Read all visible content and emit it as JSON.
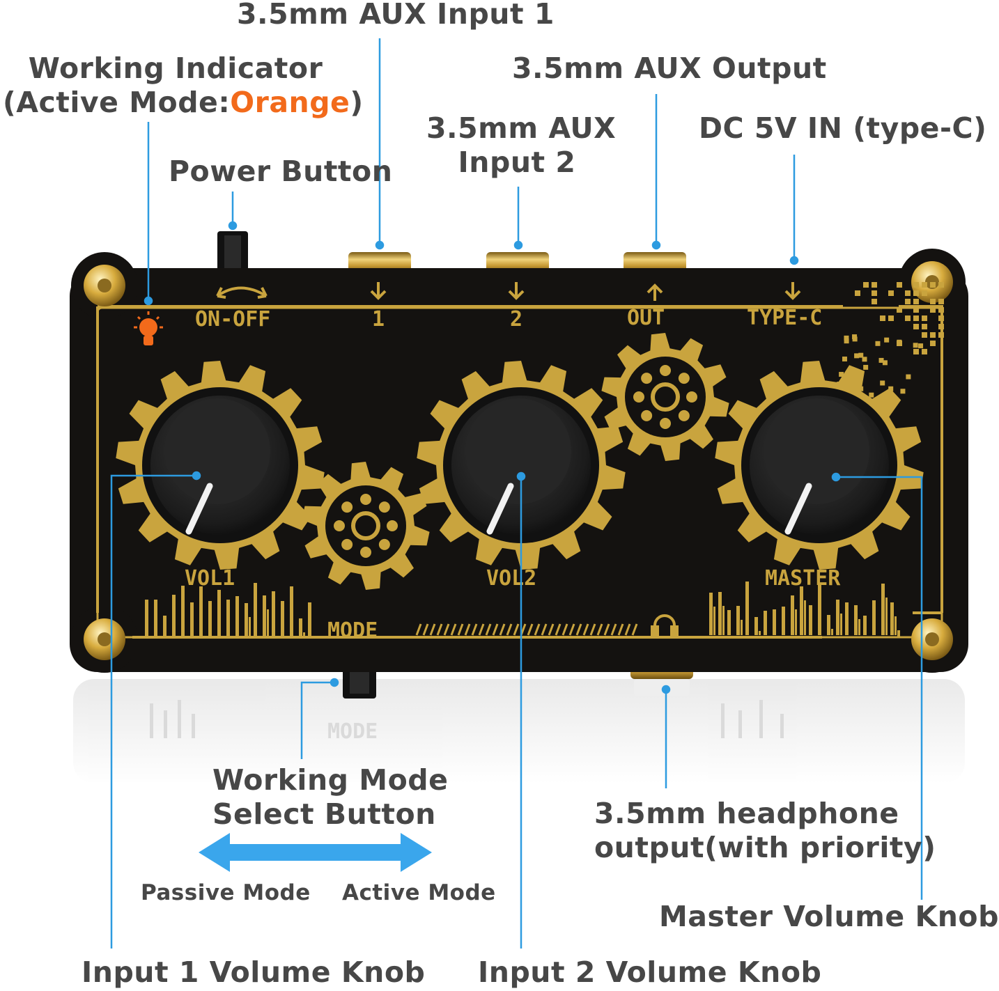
{
  "labels": {
    "aux_input_1": "3.5mm AUX Input 1",
    "working_indicator_line1": "Working Indicator",
    "working_indicator_line2_prefix": "(Active Mode:",
    "working_indicator_line2_orange": "Orange",
    "working_indicator_line2_suffix": ")",
    "aux_output": "3.5mm AUX Output",
    "aux_input_2_line1": "3.5mm AUX",
    "aux_input_2_line2": "Input 2",
    "dc_in": "DC 5V IN (type-C)",
    "power_button": "Power Button",
    "working_mode_line1": "Working Mode",
    "working_mode_line2": "Select Button",
    "passive_mode": "Passive Mode",
    "active_mode": "Active Mode",
    "headphone_line1": "3.5mm headphone",
    "headphone_line2": "output(with priority)",
    "master_knob": "Master Volume Knob",
    "input1_knob": "Input 1 Volume Knob",
    "input2_knob": "Input 2 Volume Knob"
  },
  "panel": {
    "on_off": "ON-OFF",
    "port1": "1",
    "port2": "2",
    "out": "OUT",
    "typec": "TYPE-C",
    "vol1": "VOL1",
    "vol2": "VOL2",
    "master": "MASTER",
    "mode": "MODE"
  },
  "colors": {
    "leader_line": "#2d9be0",
    "panel_black": "#141210",
    "gold": "#c9a43e",
    "orange": "#f26a1b",
    "arrow_blue": "#3aa6ec"
  },
  "icons": [
    "bulb-icon",
    "headphone-icon",
    "gear-icon",
    "double-arrow-icon"
  ]
}
